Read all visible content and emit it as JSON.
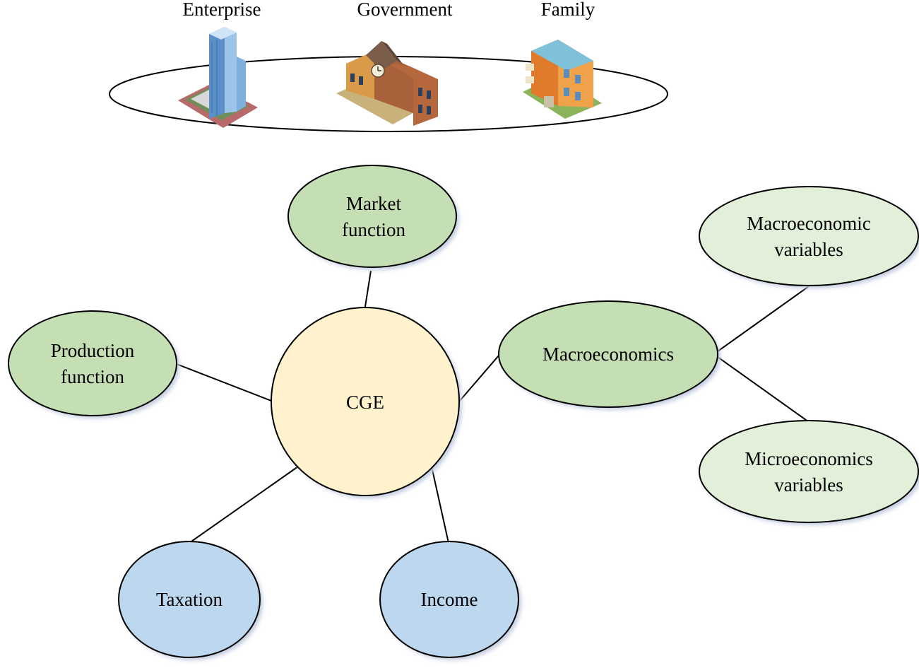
{
  "actors": {
    "enterprise": "Enterprise",
    "government": "Government",
    "family": "Family"
  },
  "nodes": {
    "center": "CGE",
    "market_line1": "Market",
    "market_line2": "function",
    "production_line1": "Production",
    "production_line2": "function",
    "macroeconomics": "Macroeconomics",
    "macro_vars_line1": "Macroeconomic",
    "macro_vars_line2": "variables",
    "micro_vars_line1": "Microeconomics",
    "micro_vars_line2": "variables",
    "taxation": "Taxation",
    "income": "Income"
  },
  "colors": {
    "center_fill": "#fff2cc",
    "green_fill": "#c5dfb4",
    "pale_green_fill": "#e2efd9",
    "blue_fill": "#bdd7ee",
    "shadow": "#bfc9d9"
  }
}
